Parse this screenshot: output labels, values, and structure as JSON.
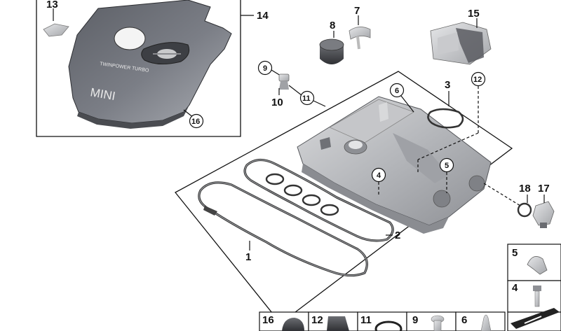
{
  "cover": {
    "brand_line": "TWINPOWER TURBO",
    "logo": "MINI"
  },
  "callouts": {
    "c1": "1",
    "c2": "2",
    "c3": "3",
    "c4": "4",
    "c5": "5",
    "c6": "6",
    "c7": "7",
    "c8": "8",
    "c9": "9",
    "c10": "10",
    "c11": "11",
    "c12": "12",
    "c13": "13",
    "c14": "14",
    "c15": "15",
    "c16": "16",
    "c17": "17",
    "c18": "18"
  },
  "legend_tiles": {
    "t5": "5",
    "t4": "4",
    "t16": "16",
    "t12": "12",
    "t11": "11",
    "t9": "9",
    "t6": "6"
  }
}
